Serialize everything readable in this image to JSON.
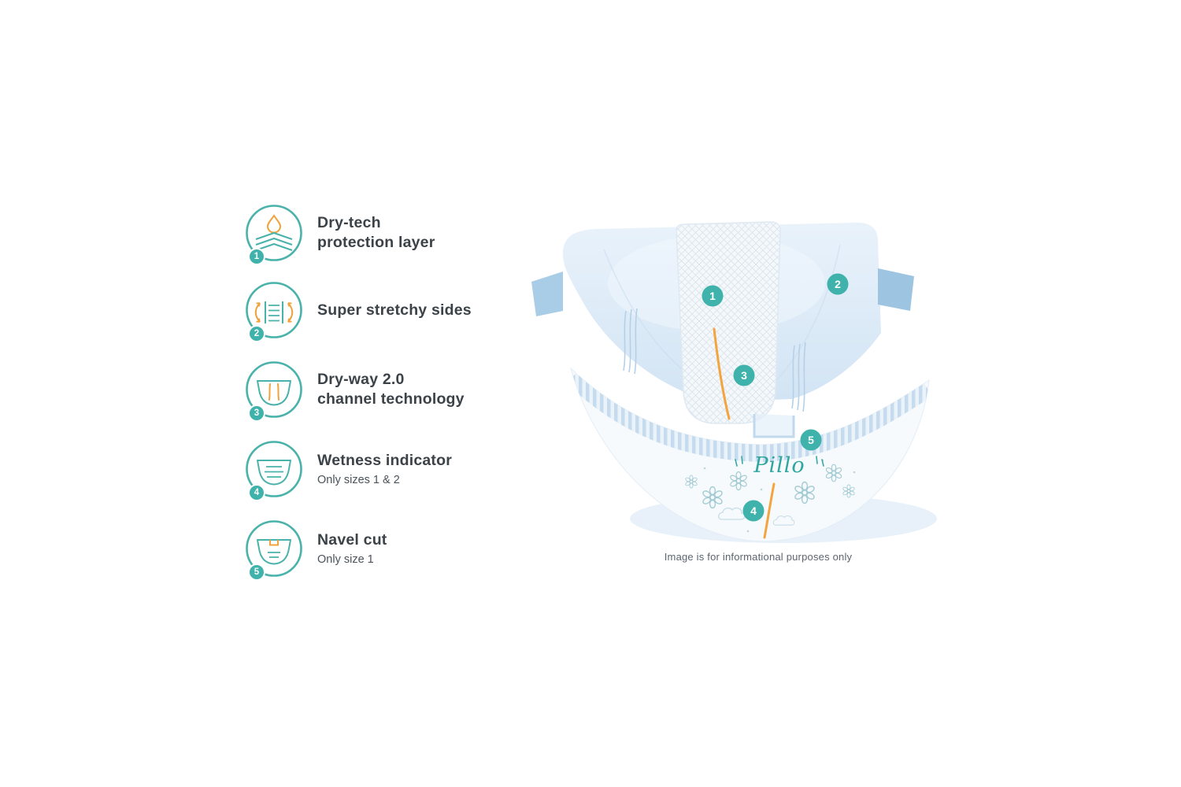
{
  "features": [
    {
      "num": "1",
      "title": "Dry-tech\nprotection layer",
      "icon": "dry-tech-layer-icon"
    },
    {
      "num": "2",
      "title": "Super stretchy sides",
      "icon": "super-stretchy-sides-icon"
    },
    {
      "num": "3",
      "title": "Dry-way 2.0\nchannel technology",
      "icon": "dry-way-channel-icon"
    },
    {
      "num": "4",
      "title": "Wetness indicator",
      "subtitle": "Only sizes 1 & 2",
      "icon": "wetness-indicator-icon"
    },
    {
      "num": "5",
      "title": "Navel cut",
      "subtitle": "Only size 1",
      "icon": "navel-cut-icon"
    }
  ],
  "diagram": {
    "brand": "Pillo",
    "caption": "Image is for informational purposes only",
    "markers": [
      "1",
      "2",
      "3",
      "4",
      "5"
    ]
  },
  "colors": {
    "teal": "#3fb3ab",
    "orange": "#f3a43e",
    "title_text": "#3b4248"
  }
}
